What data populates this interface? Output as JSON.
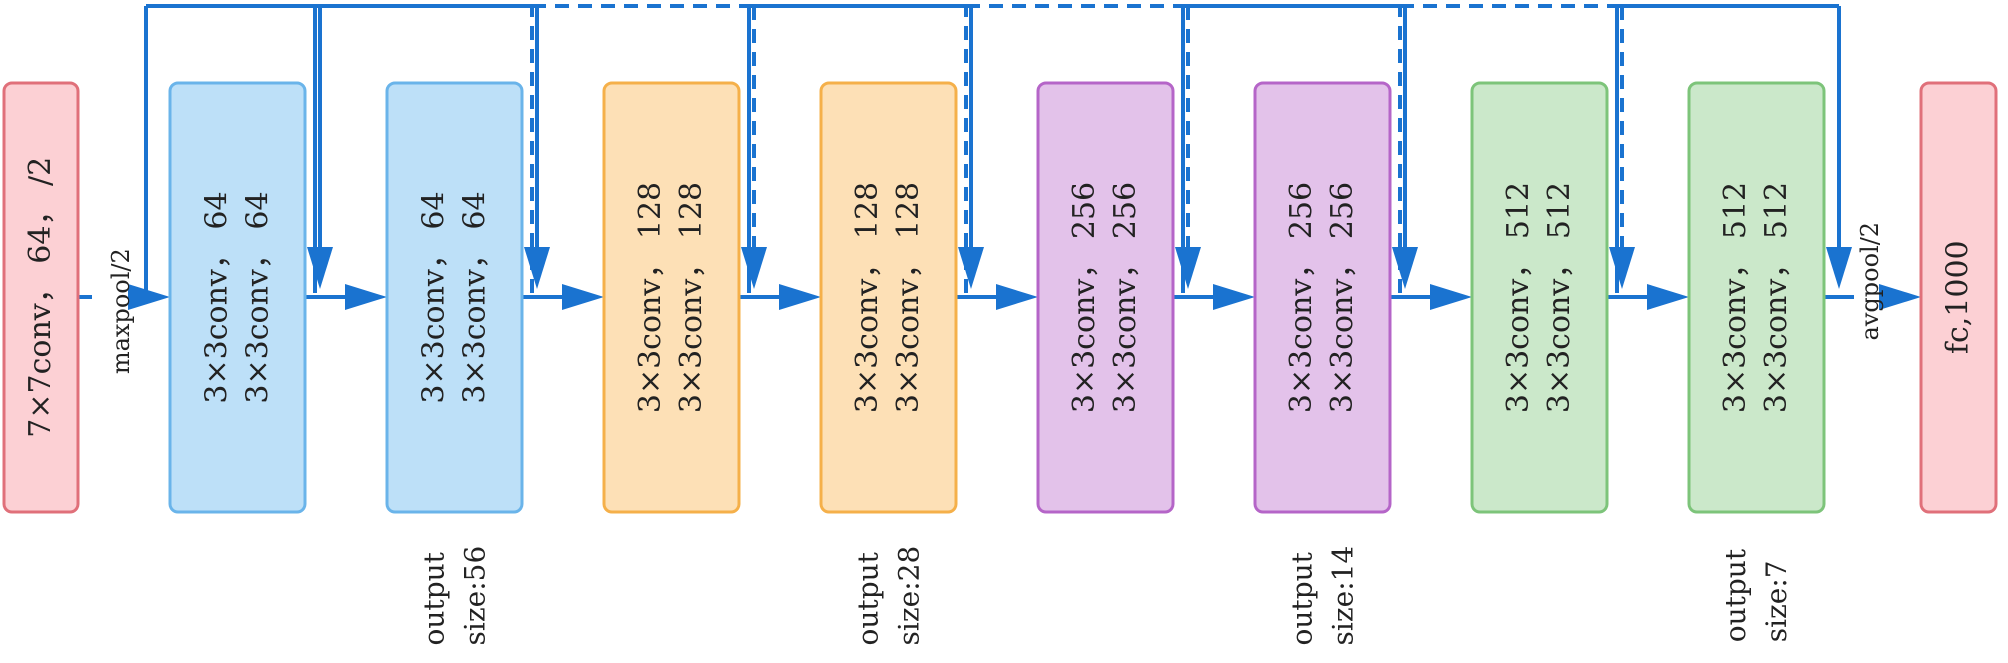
{
  "colors": {
    "line": "#1a73d0",
    "red": {
      "fill": "#fcd0d4",
      "stroke": "#e0707a"
    },
    "blue": {
      "fill": "#bde0f8",
      "stroke": "#6ab4ea"
    },
    "orange": {
      "fill": "#fde0b6",
      "stroke": "#f5b04a"
    },
    "purple": {
      "fill": "#e3c2ea",
      "stroke": "#b565c8"
    },
    "green": {
      "fill": "#cbe8ca",
      "stroke": "#7dc47a"
    }
  },
  "input_block": {
    "label": "7×7conv， 64， /2",
    "color": "red"
  },
  "maxpool_label": "maxpool/2",
  "blocks": [
    {
      "line1": "3×3conv， 64",
      "line2": "3×3conv， 64",
      "color": "blue"
    },
    {
      "line1": "3×3conv， 64",
      "line2": "3×3conv， 64",
      "color": "blue"
    },
    {
      "line1": "3×3conv， 128",
      "line2": "3×3conv， 128",
      "color": "orange"
    },
    {
      "line1": "3×3conv， 128",
      "line2": "3×3conv， 128",
      "color": "orange"
    },
    {
      "line1": "3×3conv， 256",
      "line2": "3×3conv， 256",
      "color": "purple"
    },
    {
      "line1": "3×3conv， 256",
      "line2": "3×3conv， 256",
      "color": "purple"
    },
    {
      "line1": "3×3conv， 512",
      "line2": "3×3conv， 512",
      "color": "green"
    },
    {
      "line1": "3×3conv， 512",
      "line2": "3×3conv， 512",
      "color": "green"
    }
  ],
  "skips": [
    {
      "from": 0,
      "dashed": false
    },
    {
      "from": 1,
      "dashed": false
    },
    {
      "from": 2,
      "dashed": true
    },
    {
      "from": 3,
      "dashed": false
    },
    {
      "from": 4,
      "dashed": true
    },
    {
      "from": 5,
      "dashed": false
    },
    {
      "from": 6,
      "dashed": true
    },
    {
      "from": 7,
      "dashed": false
    }
  ],
  "avgpool_label": "avgpool/2",
  "fc_block": {
    "label": "fc,1000",
    "color": "red"
  },
  "outputs": [
    {
      "line1": "output",
      "line2": "size:56"
    },
    {
      "line1": "output",
      "line2": "size:28"
    },
    {
      "line1": "output",
      "line2": "size:14"
    },
    {
      "line1": "output",
      "line2": "size:7"
    }
  ]
}
